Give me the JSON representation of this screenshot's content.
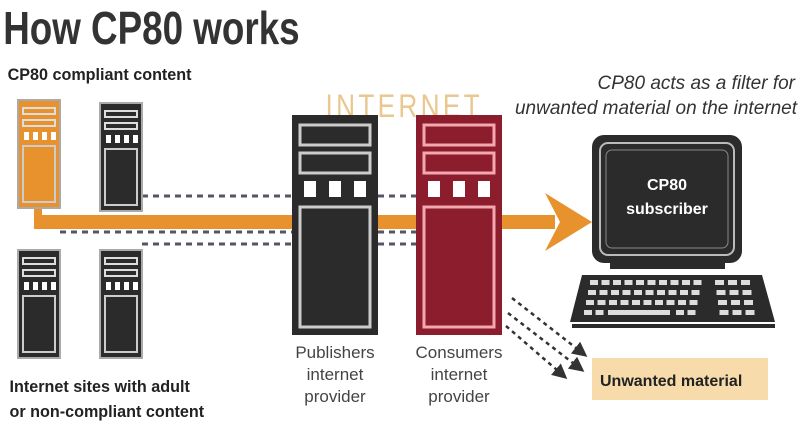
{
  "title": "How CP80 works",
  "compliant_label": "CP80 compliant content",
  "internet_label": "INTERNET",
  "filter_note": [
    "CP80 acts as a filter for",
    "unwanted material on the internet"
  ],
  "noncompliant_label": [
    "Internet sites with adult",
    "or non-compliant content"
  ],
  "publishers_label": [
    "Publishers",
    "internet",
    "provider"
  ],
  "consumers_label": [
    "Consumers",
    "internet",
    "provider"
  ],
  "subscriber_label": [
    "CP80",
    "subscriber"
  ],
  "unwanted_label": "Unwanted material",
  "colors": {
    "orange": "#e8922e",
    "dark": "#2b2b2b",
    "red": "#8c1d2c",
    "internet": "#e9c78e",
    "unwanted_bg": "#f7dbab"
  }
}
